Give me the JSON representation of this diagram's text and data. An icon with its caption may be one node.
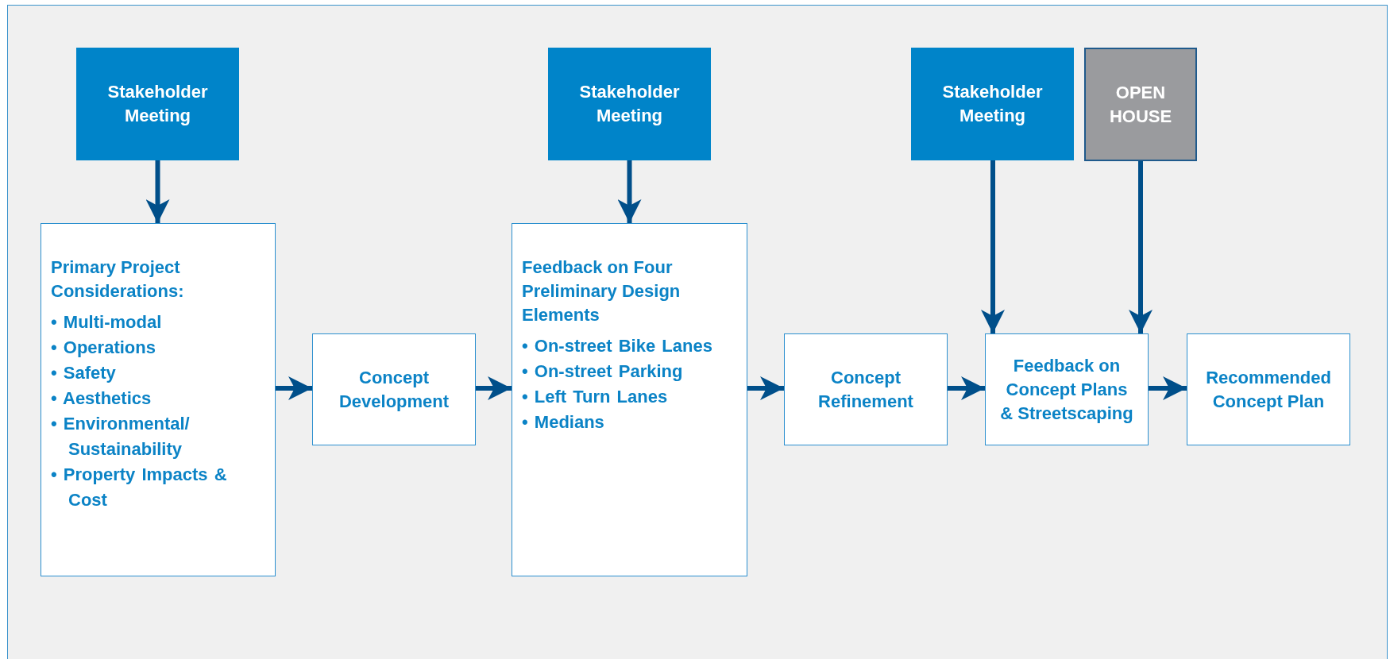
{
  "diagram": {
    "nodes": [
      {
        "text": [
          "Stakeholder Meeting"
        ]
      },
      {
        "text": [
          "Stakeholder Meeting"
        ]
      },
      {
        "text": [
          "Stakeholder Meeting"
        ]
      },
      {
        "text": [
          "OPEN HOUSE"
        ]
      },
      {
        "text": [
          "Primary Project Considerations:",
          "• Multi-modal",
          "• Operations",
          "• Safety",
          "• Aesthetics",
          "• Environmental/ Sustainability",
          "• Property Impacts & Cost"
        ]
      },
      {
        "text": [
          "Concept Development"
        ]
      },
      {
        "text": [
          "Feedback on Four Preliminary Design Elements",
          "• On-street Bike Lanes",
          "• On-street Parking",
          "• Left Turn Lanes",
          "• Medians"
        ]
      },
      {
        "text": [
          "Concept Refinement"
        ]
      },
      {
        "text": [
          "Feedback on Concept Plans & Streetscaping"
        ]
      },
      {
        "text": [
          "Recommended Concept Plan"
        ]
      }
    ],
    "edges": [
      {
        "from": 0,
        "to": 4,
        "arrow": "to"
      },
      {
        "from": 1,
        "to": 6,
        "arrow": "to"
      },
      {
        "from": 2,
        "to": 8,
        "arrow": "to"
      },
      {
        "from": 3,
        "to": 8,
        "arrow": "to"
      },
      {
        "from": 4,
        "to": 5,
        "arrow": "to"
      },
      {
        "from": 5,
        "to": 6,
        "arrow": "to"
      },
      {
        "from": 6,
        "to": 7,
        "arrow": "to"
      },
      {
        "from": 7,
        "to": 8,
        "arrow": "to"
      },
      {
        "from": 8,
        "to": 9,
        "arrow": "to"
      }
    ]
  }
}
